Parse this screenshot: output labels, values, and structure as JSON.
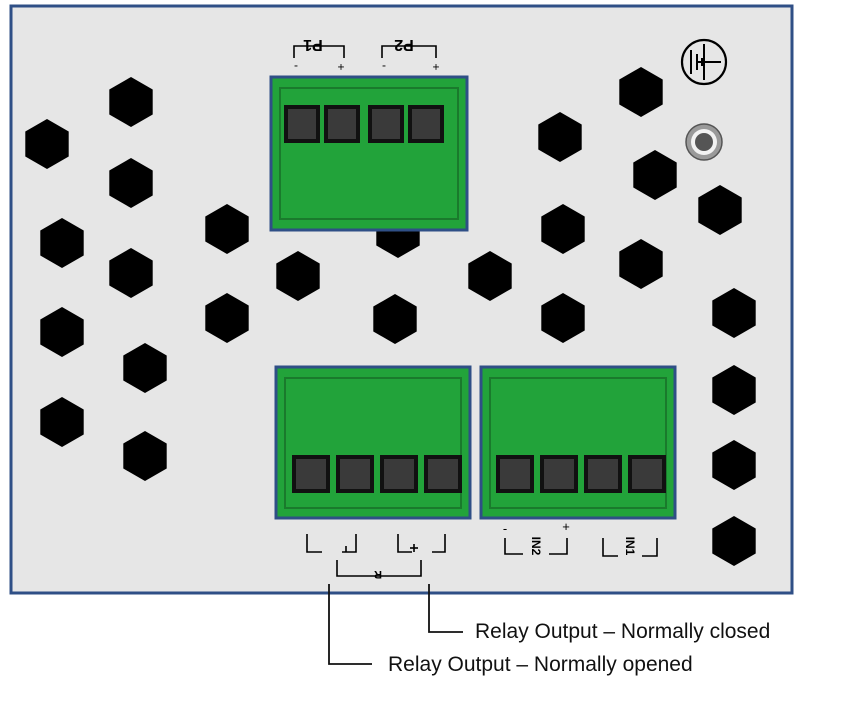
{
  "colors": {
    "panel_fill": "#e6e6e6",
    "panel_border": "#2f4f86",
    "block_green": "#22a33a",
    "block_border": "#2f4f86",
    "block_inner_line": "#1a7a2c",
    "terminal": "#3a3a3a",
    "hex": "#000000",
    "wire": "#111111"
  },
  "top_block": {
    "group_labels": [
      "P1",
      "P2"
    ],
    "pin_labels": [
      "-",
      "+",
      "-",
      "+"
    ]
  },
  "bottom_left_block": {
    "group_label": "R"
  },
  "bottom_right_block": {
    "group_labels": [
      "IN2",
      "IN1"
    ],
    "pin_labels": [
      "-",
      "+"
    ]
  },
  "icons": [
    "ground-icon",
    "led-indicator-icon"
  ],
  "annotations": {
    "normally_closed": "Relay Output – Normally closed",
    "normally_opened": "Relay Output – Normally opened"
  }
}
